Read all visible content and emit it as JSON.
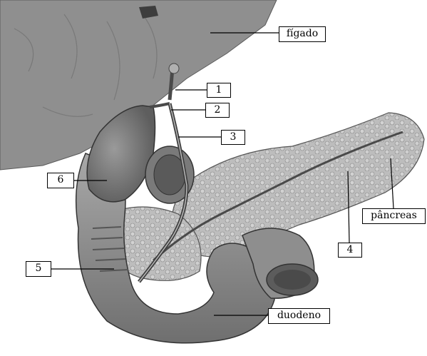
{
  "diagram": {
    "labels": {
      "figado": "fígado",
      "n1": "1",
      "n2": "2",
      "n3": "3",
      "n4": "4",
      "n5": "5",
      "n6": "6",
      "pancreas": "pâncreas",
      "duodeno": "duodeno"
    },
    "colors": {
      "liver": "#8c8c8c",
      "organ_light": "#c9c9c9",
      "organ_mid": "#a6a6a6",
      "organ_dark": "#6e6e6e",
      "outline": "#333333",
      "label_border": "#000000"
    }
  }
}
